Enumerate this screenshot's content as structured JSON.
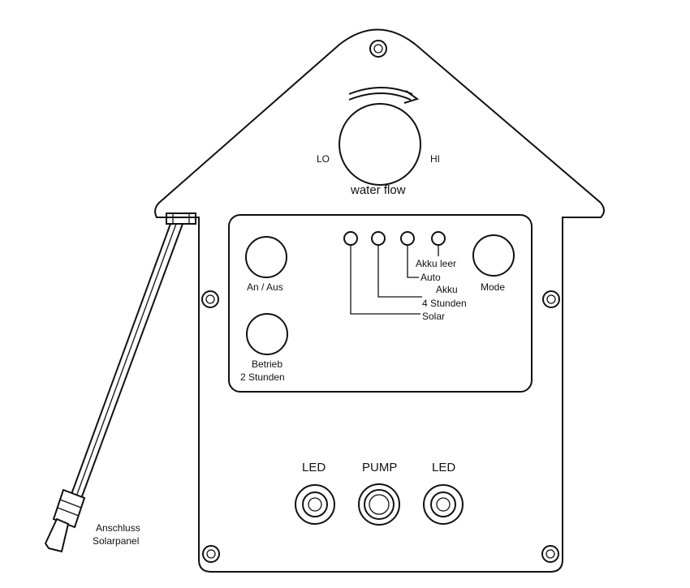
{
  "dial": {
    "lo_label": "LO",
    "hi_label": "HI",
    "caption": "water flow"
  },
  "buttons": {
    "power_label": "An / Aus",
    "timer_label_line1": "Betrieb",
    "timer_label_line2": "2 Stunden",
    "mode_label": "Mode"
  },
  "indicators": {
    "akku_leer": "Akku leer",
    "auto": "Auto",
    "akku_4_line1": "Akku",
    "akku_4_line2": "4 Stunden",
    "solar": "Solar"
  },
  "sockets": {
    "led_left": "LED",
    "pump": "PUMP",
    "led_right": "LED"
  },
  "cable": {
    "label_line1": "Anschluss",
    "label_line2": "Solarpanel"
  }
}
